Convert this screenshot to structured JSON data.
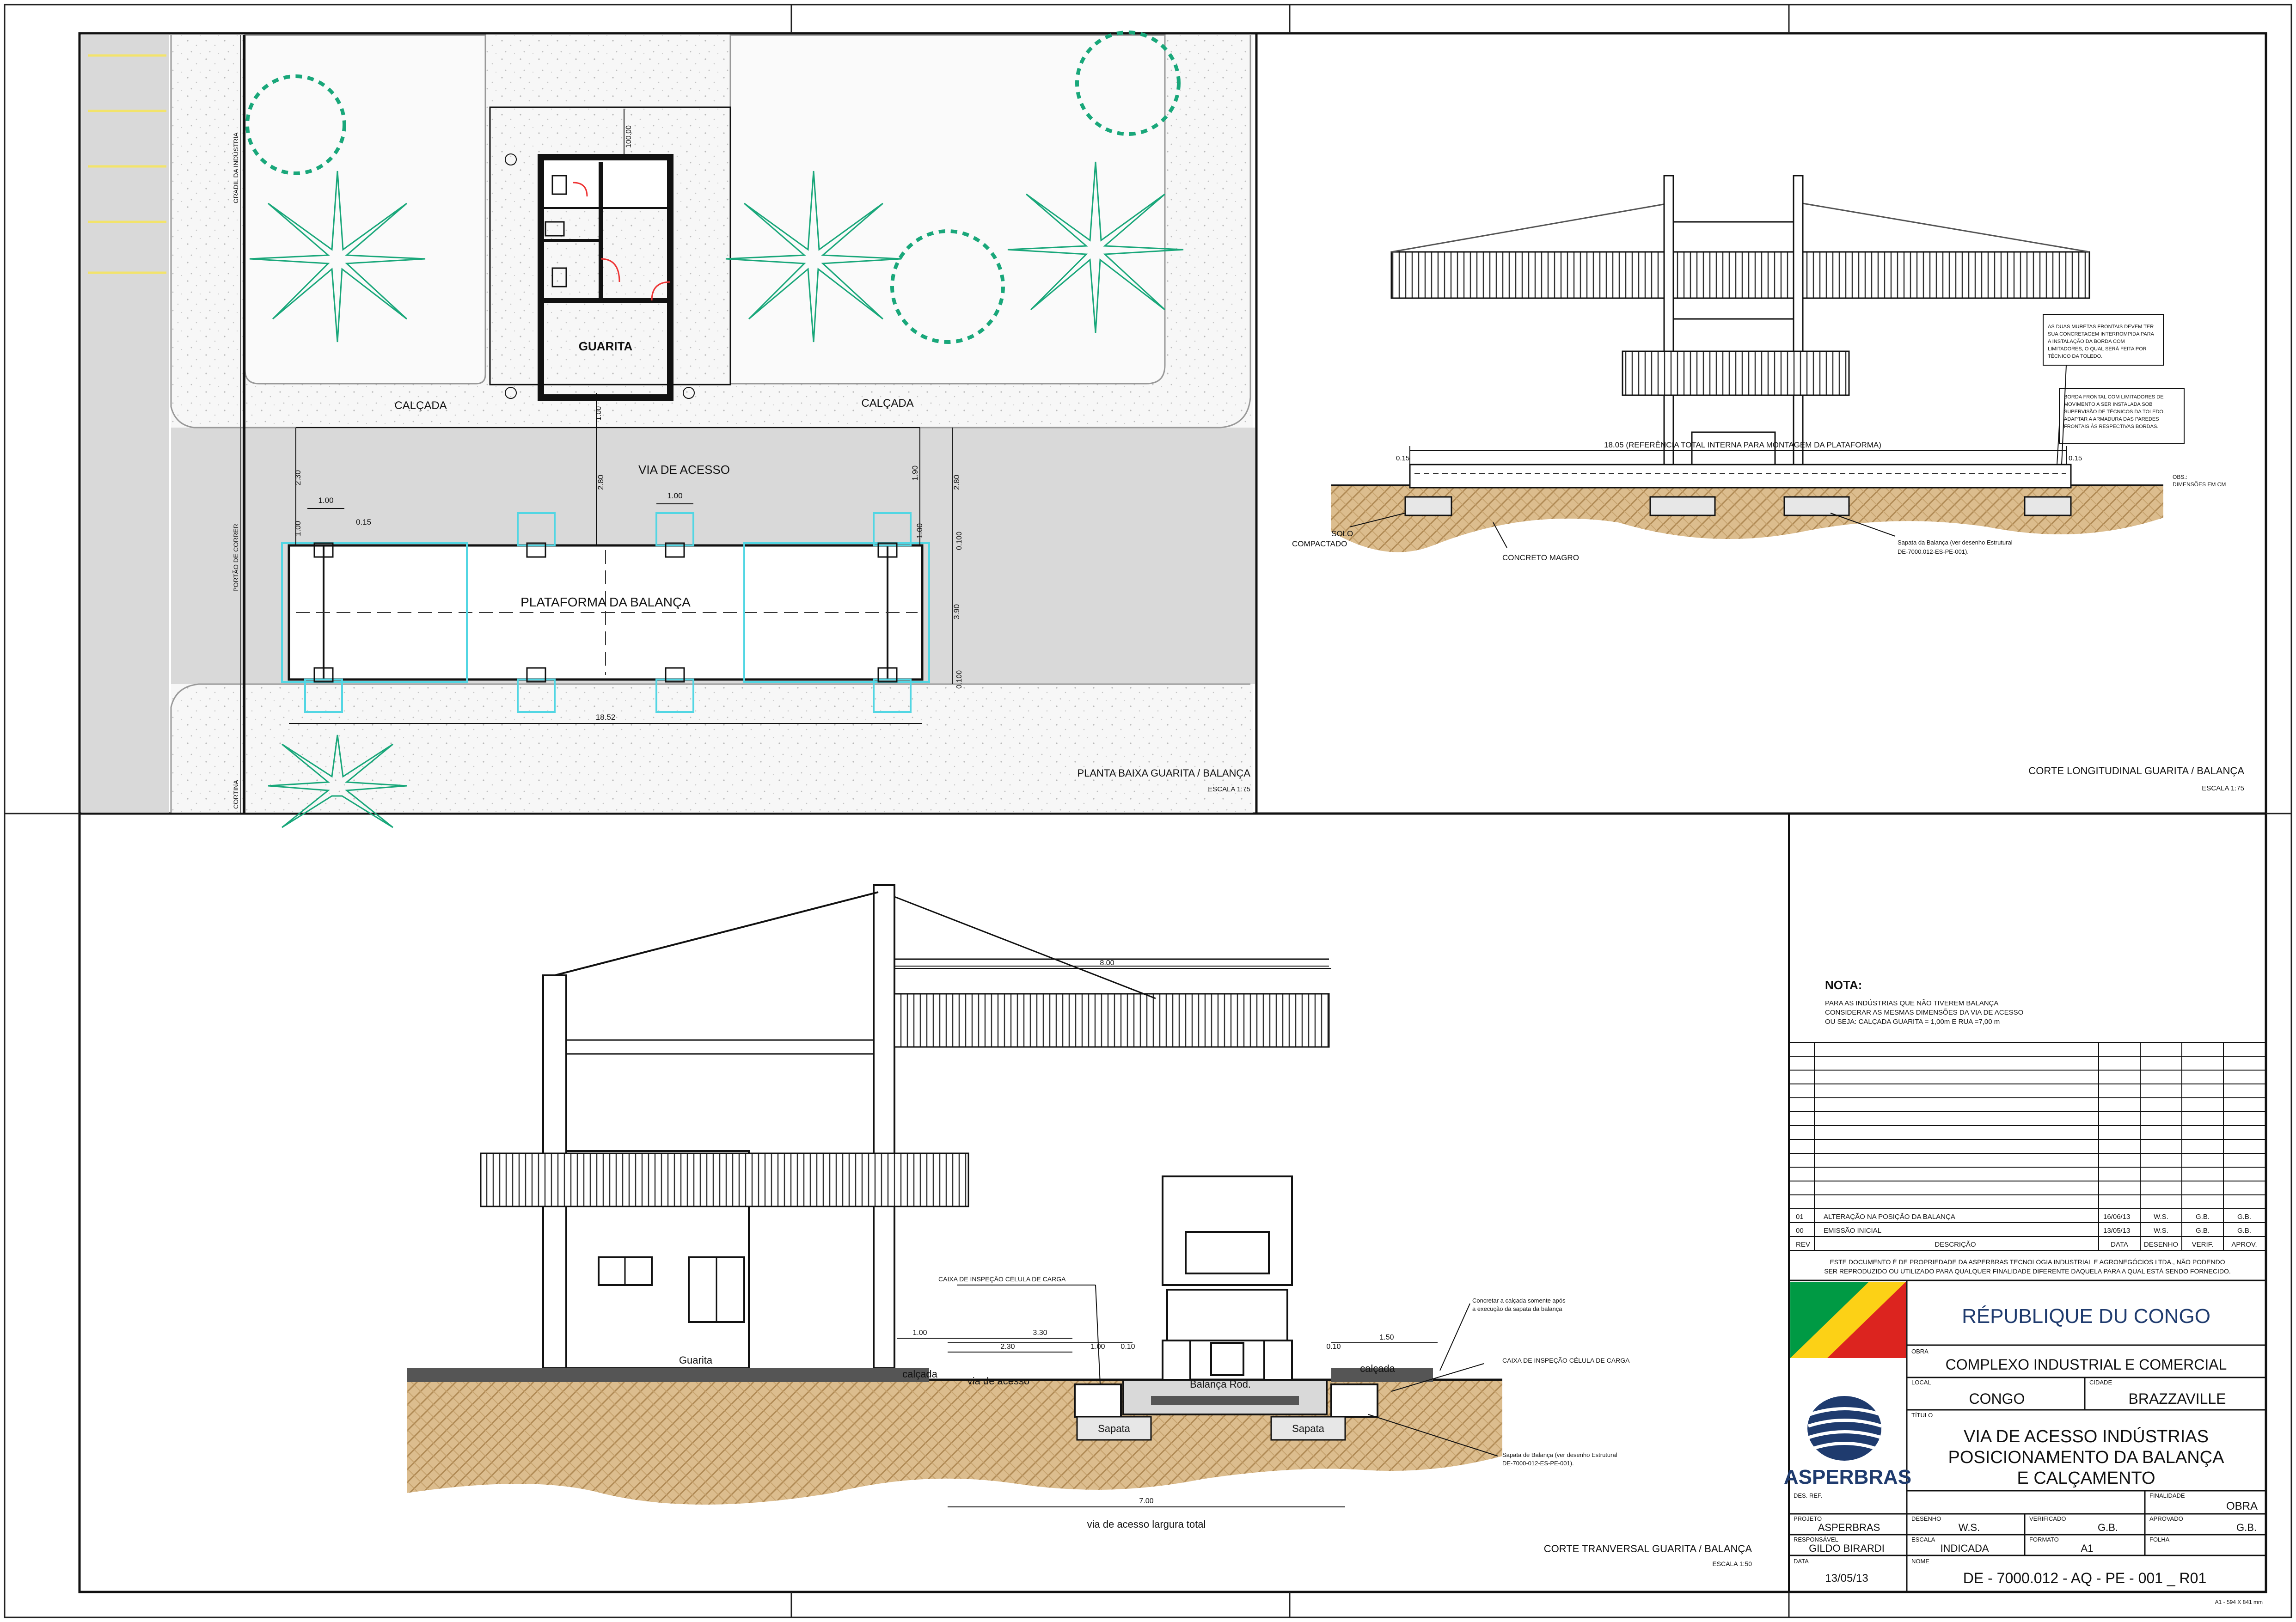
{
  "plan": {
    "guarita": "GUARITA",
    "calcada_left": "CALÇADA",
    "calcada_right": "CALÇADA",
    "via_acesso": "VIA DE ACESSO",
    "plataforma": "PLATAFORMA DA BALANÇA",
    "gradil": "GRADIL DA INDÚSTRIA",
    "portao": "PORTÃO DE CORRER",
    "cortina": "CORTINA",
    "dims": {
      "d100a": "1.00",
      "d100b": "1.00",
      "d100c": "1.00",
      "d100d": "1.00",
      "d015": "0.15",
      "d230": "2.30",
      "d280": "2.80",
      "d190": "1.90",
      "d280b": "2.80",
      "d390": "3.90",
      "d1852": "18.52",
      "d0100a": "0.100",
      "d0100b": "0.100",
      "d0100c": "1.00",
      "d_top": "100.00"
    },
    "title": "PLANTA BAIXA GUARITA / BALANÇA",
    "scale": "ESCALA 1:75"
  },
  "long": {
    "dim_total": "18.05 (REFERÊNCIA TOTAL INTERNA PARA MONTAGEM DA PLATAFORMA)",
    "note_top": [
      "AS DUAS MURETAS FRONTAIS DEVEM TER",
      "SUA CONCRETAGEM INTERROMPIDA PARA",
      "A INSTALAÇÃO DA BORDA COM",
      "LIMITADORES, O QUAL SERÁ FEITA POR",
      "TÉCNICO DA TOLEDO."
    ],
    "note_mid": [
      "BORDA FRONTAL COM LIMITADORES DE",
      "MOVIMENTO A SER INSTALADA SOB",
      "SUPERVISÃO DE TÉCNICOS DA TOLEDO,",
      "ADAPTAR A ARMADURA DAS PAREDES",
      "FRONTAIS ÀS RESPECTIVAS BORDAS."
    ],
    "solo": "SOLO",
    "compactado": "COMPACTADO",
    "concreto": "CONCRETO MAGRO",
    "sapata": "Sapata da Balança (ver desenho Estrutural",
    "sapata2": "DE-7000.012-ES-PE-001).",
    "obs": "OBS.:",
    "dim_cm": "DIMENSÕES EM CM",
    "d015a": "0.15",
    "d015b": "0.15",
    "title": "CORTE LONGITUDINAL GUARITA / BALANÇA",
    "scale": "ESCALA 1:75"
  },
  "trans": {
    "dim_800": "8.00",
    "caixa1": "CAIXA DE INSPEÇÃO CÉLULA DE CARGA",
    "caixa2": "CAIXA DE INSPEÇÃO CÉLULA DE CARGA",
    "concretar1": "Concretar a calçada somente após",
    "concretar2": "a execução da sapata da balança",
    "guarita": "Guarita",
    "calcada1": "calçada",
    "calcada2": "calçada",
    "via": "via de acesso",
    "balanca": "Balança Rod.",
    "sapata1": "Sapata",
    "sapata2": "Sapata",
    "sapata_note1": "Sapata de Balança (ver desenho Estrutural",
    "sapata_note2": "DE-7000-012-ES-PE-001).",
    "d100": "1.00",
    "d330": "3.30",
    "d230": "2.30",
    "d100b": "1.00",
    "d010a": "0.10",
    "d010b": "0.10",
    "d150": "1.50",
    "d700": "7.00",
    "largura": "via de acesso largura total",
    "title": "CORTE TRANVERSAL GUARITA / BALANÇA",
    "scale": "ESCALA 1:50"
  },
  "nota": {
    "title": "NOTA:",
    "lines": [
      "PARA AS INDÚSTRIAS QUE NÃO TIVEREM BALANÇA",
      "CONSIDERAR AS MESMAS DIMENSÕES DA VIA DE ACESSO",
      "OU SEJA:  CALÇADA GUARITA = 1,00m E RUA =7,00 m"
    ]
  },
  "revisions": {
    "rows": [
      {
        "rev": "01",
        "desc": "ALTERAÇÃO NA POSIÇÃO DA BALANÇA",
        "data": "16/06/13",
        "desenho": "W.S.",
        "verif": "G.B.",
        "aprov": "G.B."
      },
      {
        "rev": "00",
        "desc": "EMISSÃO INICIAL",
        "data": "13/05/13",
        "desenho": "W.S.",
        "verif": "G.B.",
        "aprov": "G.B."
      }
    ],
    "header": {
      "rev": "REV",
      "desc": "DESCRIÇÃO",
      "data": "DATA",
      "desenho": "DESENHO",
      "verif": "VERIF.",
      "aprov": "APROV."
    }
  },
  "notice": [
    "ESTE DOCUMENTO É DE PROPRIEDADE DA ASPERBRAS TECNOLOGIA INDUSTRIAL E AGRONEGÓCIOS LTDA., NÃO PODENDO",
    "SER REPRODUZIDO OU UTILIZADO PARA QUALQUER FINALIDADE DIFERENTE DAQUELA PARA A QUAL ESTÁ SENDO FORNECIDO."
  ],
  "titleblock": {
    "country": "RÉPUBLIQUE DU CONGO",
    "obra_lbl": "OBRA",
    "obra": "COMPLEXO INDUSTRIAL E COMERCIAL",
    "local_lbl": "LOCAL",
    "local": "CONGO",
    "cidade_lbl": "CIDADE",
    "cidade": "BRAZZAVILLE",
    "titulo_lbl": "TÍTULO",
    "titulo": [
      "VIA DE ACESSO INDÚSTRIAS",
      "POSICIONAMENTO DA BALANÇA",
      "E CALÇAMENTO"
    ],
    "logo": "ASPERBRAS",
    "desref_lbl": "DES. REF.",
    "finalidade_lbl": "FINALIDADE",
    "finalidade": "OBRA",
    "projeto_lbl": "PROJETO",
    "projeto": "ASPERBRAS",
    "desenho_lbl": "DESENHO",
    "desenho": "W.S.",
    "verificado_lbl": "VERIFICADO",
    "verificado": "G.B.",
    "aprovado_lbl": "APROVADO",
    "aprovado": "G.B.",
    "responsavel_lbl": "RESPONSÁVEL",
    "responsavel": "GILDO BIRARDI",
    "escala_lbl": "ESCALA",
    "escala": "INDICADA",
    "formato_lbl": "FORMATO",
    "formato": "A1",
    "folha_lbl": "FOLHA",
    "data_lbl": "DATA",
    "data": "13/05/13",
    "nome_lbl": "NOME",
    "nome": "DE - 7000.012 - AQ - PE - 001 _ R01",
    "sheet": "A1 - 594 X 841 mm"
  },
  "colors": {
    "tree": "#19a77a",
    "cyan": "#52d6e3",
    "road": "#d9d9d9",
    "soil": "#d9b98a",
    "flagGreen": "#009a44",
    "flagYellow": "#fcd116",
    "flagRed": "#dc241f",
    "navy": "#1f3b6e"
  }
}
